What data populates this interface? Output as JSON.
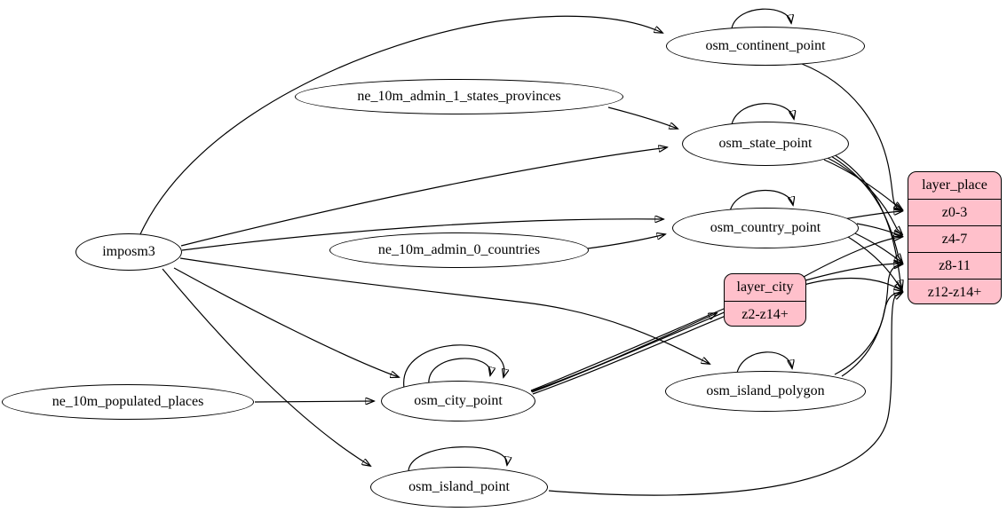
{
  "colors": {
    "record_fill": "#ffc0cb",
    "table_fill": "#ffffff",
    "edge": "#000000"
  },
  "nodes": {
    "imposm3": "imposm3",
    "ne_10m_admin_1_states_provinces": "ne_10m_admin_1_states_provinces",
    "ne_10m_admin_0_countries": "ne_10m_admin_0_countries",
    "ne_10m_populated_places": "ne_10m_populated_places",
    "osm_continent_point": "osm_continent_point",
    "osm_state_point": "osm_state_point",
    "osm_country_point": "osm_country_point",
    "osm_city_point": "osm_city_point",
    "osm_island_polygon": "osm_island_polygon",
    "osm_island_point": "osm_island_point"
  },
  "layers": {
    "place": {
      "title": "layer_place",
      "rows": [
        "z0-3",
        "z4-7",
        "z8-11",
        "z12-z14+"
      ]
    },
    "city": {
      "title": "layer_city",
      "rows": [
        "z2-z14+"
      ]
    }
  },
  "edges": [
    {
      "from": "imposm3",
      "to": "osm_continent_point"
    },
    {
      "from": "imposm3",
      "to": "osm_state_point"
    },
    {
      "from": "imposm3",
      "to": "osm_country_point"
    },
    {
      "from": "imposm3",
      "to": "osm_city_point"
    },
    {
      "from": "imposm3",
      "to": "osm_island_polygon"
    },
    {
      "from": "imposm3",
      "to": "osm_island_point"
    },
    {
      "from": "ne_10m_admin_1_states_provinces",
      "to": "osm_state_point"
    },
    {
      "from": "ne_10m_admin_0_countries",
      "to": "osm_country_point"
    },
    {
      "from": "ne_10m_populated_places",
      "to": "osm_city_point"
    },
    {
      "from": "osm_continent_point",
      "to": "osm_continent_point"
    },
    {
      "from": "osm_state_point",
      "to": "osm_state_point"
    },
    {
      "from": "osm_country_point",
      "to": "osm_country_point"
    },
    {
      "from": "osm_city_point",
      "to": "osm_city_point"
    },
    {
      "from": "osm_city_point",
      "to": "osm_city_point"
    },
    {
      "from": "osm_island_polygon",
      "to": "osm_island_polygon"
    },
    {
      "from": "osm_island_point",
      "to": "osm_island_point"
    },
    {
      "from": "osm_city_point",
      "to": "layer_city:z2-z14+"
    },
    {
      "from": "osm_continent_point",
      "to": "layer_place:z0-3"
    },
    {
      "from": "osm_state_point",
      "to": "layer_place:z0-3"
    },
    {
      "from": "osm_state_point",
      "to": "layer_place:z4-7"
    },
    {
      "from": "osm_state_point",
      "to": "layer_place:z8-11"
    },
    {
      "from": "osm_state_point",
      "to": "layer_place:z12-z14+"
    },
    {
      "from": "osm_country_point",
      "to": "layer_place:z0-3"
    },
    {
      "from": "osm_country_point",
      "to": "layer_place:z4-7"
    },
    {
      "from": "osm_country_point",
      "to": "layer_place:z8-11"
    },
    {
      "from": "osm_country_point",
      "to": "layer_place:z12-z14+"
    },
    {
      "from": "osm_city_point",
      "to": "layer_place:z4-7"
    },
    {
      "from": "osm_city_point",
      "to": "layer_place:z8-11"
    },
    {
      "from": "osm_city_point",
      "to": "layer_place:z12-z14+"
    },
    {
      "from": "osm_island_polygon",
      "to": "layer_place:z8-11"
    },
    {
      "from": "osm_island_polygon",
      "to": "layer_place:z12-z14+"
    },
    {
      "from": "osm_island_point",
      "to": "layer_place:z12-z14+"
    }
  ]
}
